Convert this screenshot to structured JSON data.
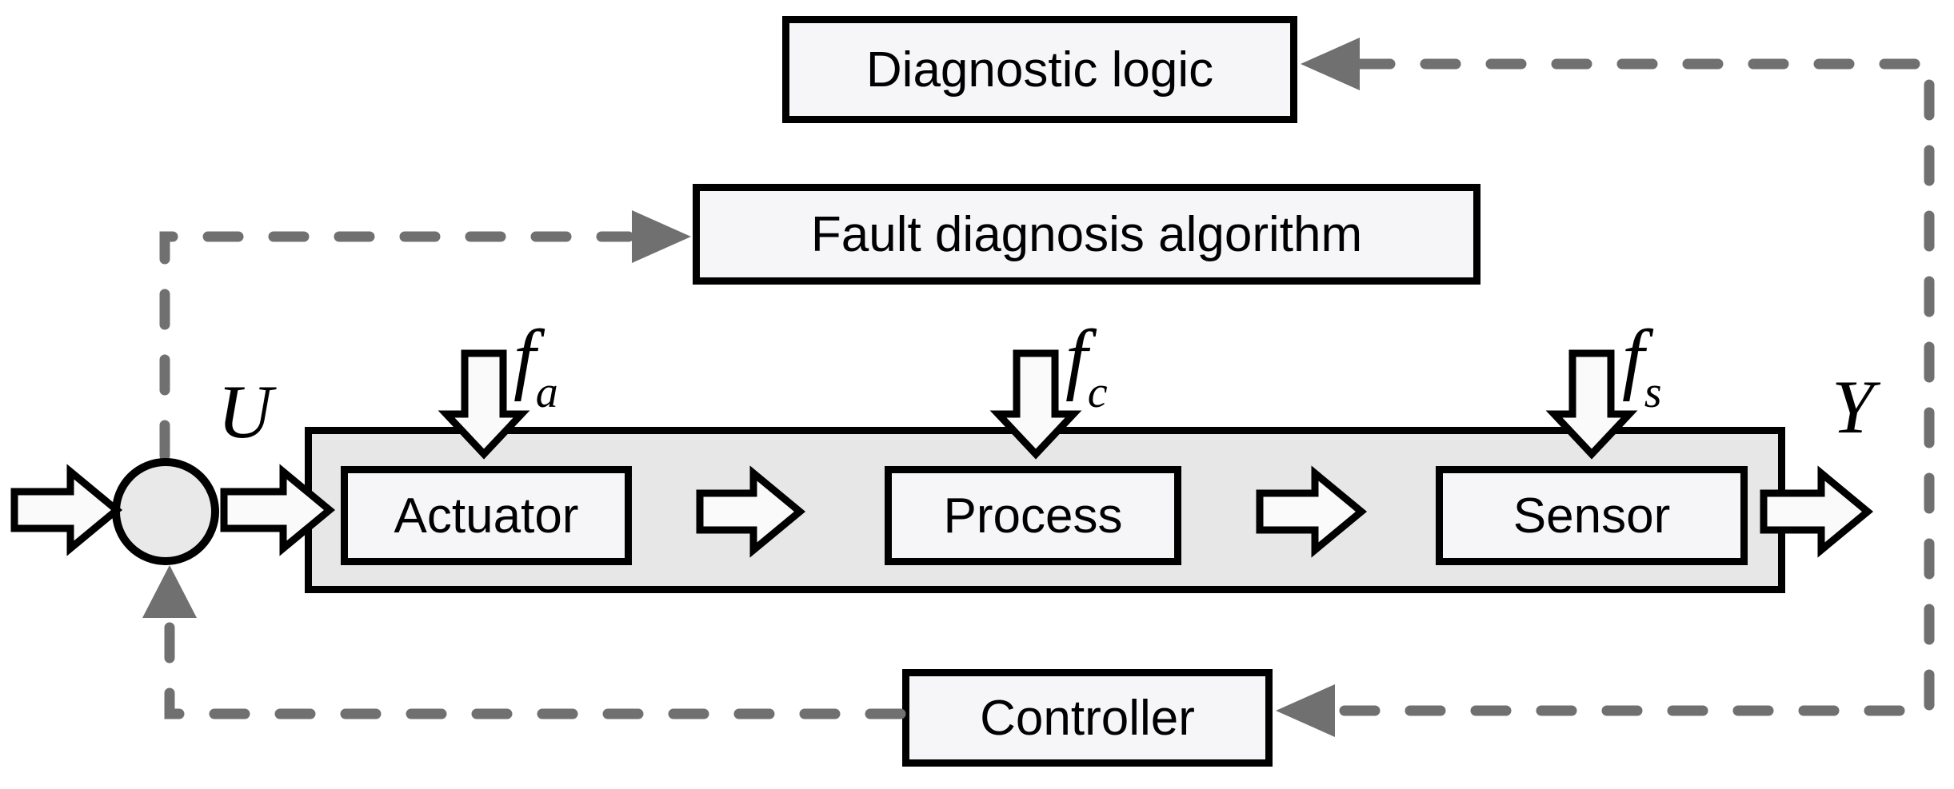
{
  "figure": {
    "type": "fault-diagnosis-control-block-diagram",
    "boxes": {
      "diagnostic_logic": "Diagnostic logic",
      "fault_diagnosis_algorithm": "Fault diagnosis algorithm",
      "controller": "Controller",
      "actuator": "Actuator",
      "process": "Process",
      "sensor": "Sensor"
    },
    "signals": {
      "input": "U",
      "output": "Y",
      "fault_actuator": {
        "base": "f",
        "sub": "a"
      },
      "fault_process": {
        "base": "f",
        "sub": "c"
      },
      "fault_sensor": {
        "base": "f",
        "sub": "s"
      }
    },
    "colors": {
      "border_black": "#000000",
      "dash_gray": "#707070",
      "band_fill": "#e7e7e7",
      "box_fill": "#f6f6f8",
      "arrow_fill": "#fafafa",
      "circle_fill": "#e9e9e9",
      "background": "#ffffff"
    }
  }
}
